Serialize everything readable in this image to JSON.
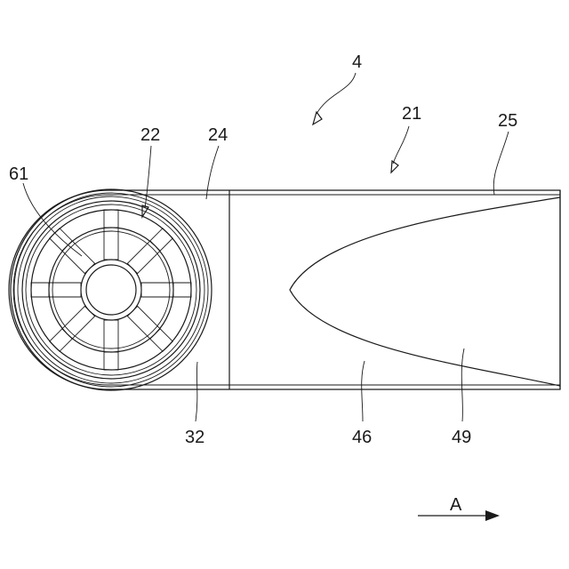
{
  "labels": {
    "n4": "4",
    "n21": "21",
    "n22": "22",
    "n24": "24",
    "n25": "25",
    "n32": "32",
    "n46": "46",
    "n49": "49",
    "n61": "61",
    "direction": "A"
  },
  "colors": {
    "line": "#1a1a1a",
    "background": "#ffffff"
  }
}
